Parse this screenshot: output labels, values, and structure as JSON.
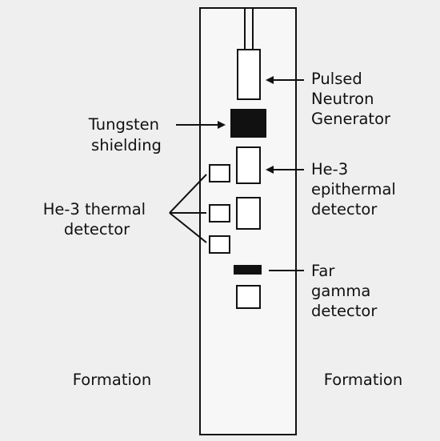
{
  "labels": {
    "pulsed_neutron_generator": [
      "Pulsed",
      "Neutron",
      "Generator"
    ],
    "tungsten_shielding": [
      "Tungsten",
      "shielding"
    ],
    "he3_epithermal_detector": [
      "He-3",
      "epithermal",
      "detector"
    ],
    "he3_thermal_detector": [
      "He-3 thermal",
      "detector"
    ],
    "far_gamma_detector": [
      "Far",
      "gamma",
      "detector"
    ],
    "formation_left": "Formation",
    "formation_right": "Formation"
  },
  "colors": {
    "background": "#efefef",
    "tool_body": "#f7f7f7",
    "stroke": "#111111",
    "shielding": "#111111"
  }
}
